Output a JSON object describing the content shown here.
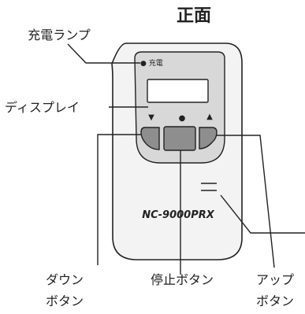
{
  "title": "正面",
  "device": {
    "charge_indicator_text": "● 充電",
    "model": "NC-9000PRX"
  },
  "callouts": {
    "charge_lamp": "充電ランプ",
    "display": "ディスプレイ",
    "down_button": [
      "ダウン",
      "ボタン"
    ],
    "stop_button": "停止ボタン",
    "up_button": [
      "アップ",
      "ボタン"
    ]
  },
  "button_symbols": {
    "down": "▼",
    "stop": "●",
    "up": "▲"
  },
  "colors": {
    "outline": "#222222",
    "device_fill": "#f3f3f3",
    "panel_fill": "#d8d8d8",
    "button_fill": "#8e8e8e",
    "display_fill": "#ffffff"
  }
}
